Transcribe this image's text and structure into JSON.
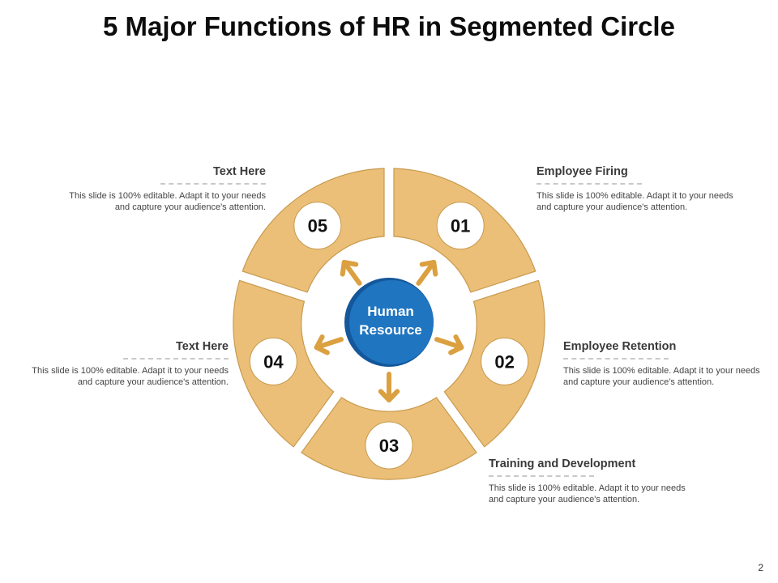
{
  "title": "5 Major Functions of HR in Segmented Circle",
  "hub": {
    "line1": "Human",
    "line2": "Resource"
  },
  "segments": [
    {
      "number": "01",
      "heading": "Employee Firing",
      "text": "This slide is 100% editable. Adapt it to your needs and capture your audience's attention."
    },
    {
      "number": "02",
      "heading": "Employee Retention",
      "text": "This slide is 100% editable. Adapt it to your needs and capture your audience's attention."
    },
    {
      "number": "03",
      "heading": "Training and Development",
      "text": "This slide is 100% editable. Adapt it to your needs and capture your audience's attention."
    },
    {
      "number": "04",
      "heading": "Text Here",
      "text": "This slide is 100% editable. Adapt it to your needs and capture your audience's attention."
    },
    {
      "number": "05",
      "heading": "Text Here",
      "text": "This slide is 100% editable. Adapt it to your needs and capture your audience's attention."
    }
  ],
  "colors": {
    "segment": "#ebbf77",
    "hub": "#1f75c0",
    "arrow": "#dba040"
  },
  "page_number": "2"
}
